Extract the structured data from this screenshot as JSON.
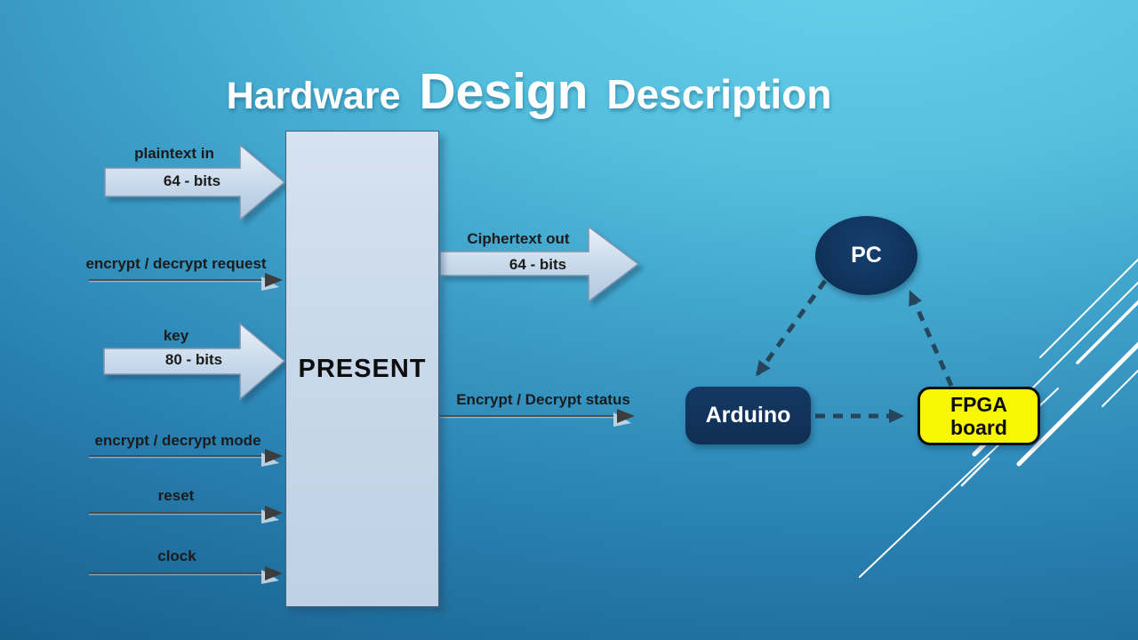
{
  "slide": {
    "title_parts": [
      "Hardware",
      "Design",
      "Description"
    ]
  },
  "cipher_block": {
    "label": "PRESENT",
    "inputs": [
      {
        "label": "plaintext in",
        "width_label": "64 - bits",
        "kind": "bus-arrow"
      },
      {
        "label": "encrypt / decrypt request",
        "kind": "signal-arrow"
      },
      {
        "label": "key",
        "width_label": "80 - bits",
        "kind": "bus-arrow"
      },
      {
        "label": "encrypt / decrypt mode",
        "kind": "signal-arrow"
      },
      {
        "label": "reset",
        "kind": "signal-arrow"
      },
      {
        "label": "clock",
        "kind": "signal-arrow"
      }
    ],
    "outputs": [
      {
        "label": "Ciphertext out",
        "width_label": "64 - bits",
        "kind": "bus-arrow"
      },
      {
        "label": "Encrypt / Decrypt status",
        "kind": "signal-arrow"
      }
    ]
  },
  "system_diagram": {
    "nodes": [
      {
        "id": "pc",
        "label": "PC",
        "shape": "ellipse",
        "fill": "#0f3159"
      },
      {
        "id": "arduino",
        "label": "Arduino",
        "shape": "rounded-rect",
        "fill": "#113259"
      },
      {
        "id": "fpga",
        "label": "FPGA board",
        "shape": "rounded-rect",
        "fill": "#f7f704"
      }
    ],
    "connections": [
      {
        "from": "PC",
        "to": "Arduino",
        "style": "dashed-arrow"
      },
      {
        "from": "Arduino",
        "to": "FPGA board",
        "style": "dashed-arrow"
      },
      {
        "from": "FPGA board",
        "to": "PC",
        "style": "dashed-arrow"
      }
    ]
  },
  "colors": {
    "background_top": "#63d0ea",
    "background_bottom": "#10517f",
    "block_fill": "#cbdbec",
    "bus_arrow_fill": "#cfdeee",
    "signal_arrow": "#3d3d3d",
    "node_navy": "#0f3159",
    "node_yellow": "#f7f704",
    "connector_dash": "#26455a",
    "title_text": "#ffffff"
  }
}
